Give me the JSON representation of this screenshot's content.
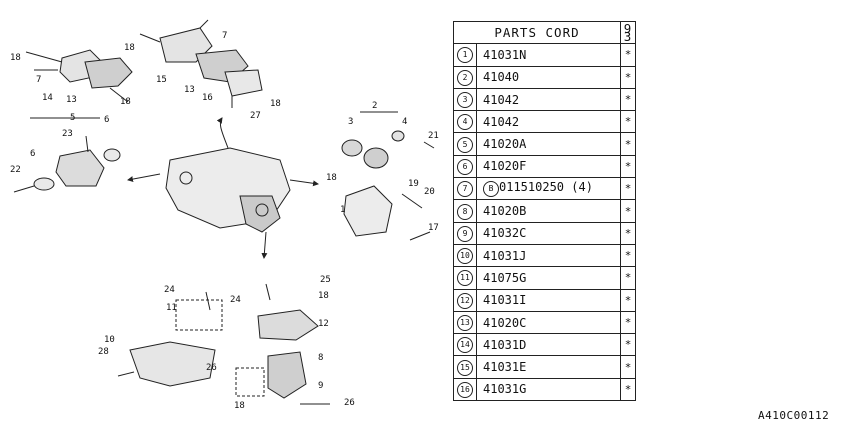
{
  "table": {
    "header": "PARTS CORD",
    "year_code": [
      "9",
      "3"
    ],
    "rows": [
      {
        "num": "1",
        "code": "41031N",
        "flag": "*"
      },
      {
        "num": "2",
        "code": "41040",
        "flag": "*"
      },
      {
        "num": "3",
        "code": "41042",
        "flag": "*"
      },
      {
        "num": "4",
        "code": "41042",
        "flag": "*"
      },
      {
        "num": "5",
        "code": "41020A",
        "flag": "*"
      },
      {
        "num": "6",
        "code": "41020F",
        "flag": "*"
      },
      {
        "num": "7",
        "code": "011510250 (4)",
        "prefix": "B",
        "flag": "*"
      },
      {
        "num": "8",
        "code": "41020B",
        "flag": "*"
      },
      {
        "num": "9",
        "code": "41032C",
        "flag": "*"
      },
      {
        "num": "10",
        "code": "41031J",
        "flag": "*"
      },
      {
        "num": "11",
        "code": "41075G",
        "flag": "*"
      },
      {
        "num": "12",
        "code": "41031I",
        "flag": "*"
      },
      {
        "num": "13",
        "code": "41020C",
        "flag": "*"
      },
      {
        "num": "14",
        "code": "41031D",
        "flag": "*"
      },
      {
        "num": "15",
        "code": "41031E",
        "flag": "*"
      },
      {
        "num": "16",
        "code": "41031G",
        "flag": "*"
      }
    ]
  },
  "catalog_id": "A410C00112",
  "callouts": [
    "18",
    "7",
    "14",
    "13",
    "18",
    "18",
    "7",
    "15",
    "13",
    "16",
    "18",
    "27",
    "5",
    "23",
    "6",
    "6",
    "22",
    "2",
    "3",
    "4",
    "21",
    "18",
    "19",
    "20",
    "1",
    "17",
    "25",
    "18",
    "24",
    "11",
    "24",
    "12",
    "10",
    "28",
    "8",
    "26",
    "9",
    "18",
    "26"
  ]
}
